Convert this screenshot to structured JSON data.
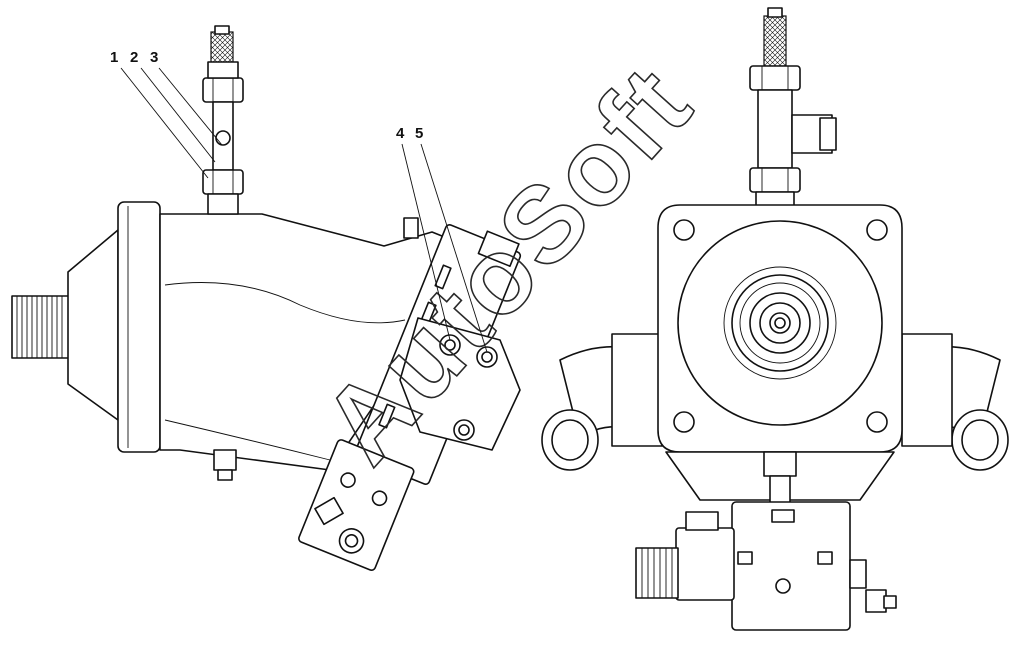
{
  "diagram": {
    "views": [
      "side-view",
      "front-view"
    ],
    "callouts": [
      {
        "id": "c1",
        "label": "1"
      },
      {
        "id": "c2",
        "label": "2"
      },
      {
        "id": "c3",
        "label": "3"
      },
      {
        "id": "c4",
        "label": "4"
      },
      {
        "id": "c5",
        "label": "5"
      }
    ],
    "watermark": "AutoSoft"
  },
  "colors": {
    "ink": "#111111",
    "background": "#ffffff"
  }
}
